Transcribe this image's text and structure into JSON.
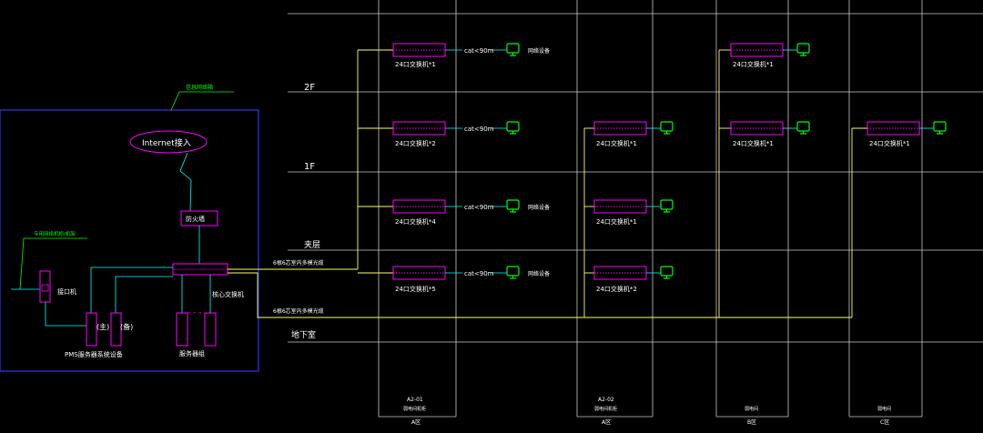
{
  "floors": [
    {
      "label": "2F"
    },
    {
      "label": "1F"
    },
    {
      "label": "夹层"
    },
    {
      "label": "地下室"
    }
  ],
  "top_note": "信息网络箱",
  "left_note": "专用网络机柜/机架",
  "internet_label": "Internet接入",
  "firewall_label": "防火墙",
  "core_switch_label": "核心交换机",
  "caller_label": "接口机",
  "pms_main": "(主)",
  "pms_backup": "(备)",
  "pms_label": "PMS服务器系统设备",
  "server_label": "服务器组",
  "cable_upper": "6根6芯室内多模光缆",
  "cable_lower": "6根6芯室内多模光缆",
  "cable_spec": "cat<90m",
  "term_label": "网络设备",
  "switches": {
    "a1_2f": "24口交换机*1",
    "a1_1f": "24口交换机*2",
    "a1_mz_b": "24口交换机*4",
    "a1_mz": "24口交换机*5",
    "a2_1f": "24口交换机*1",
    "a2_mz_a": "24口交换机*1",
    "a2_mz": "24口交换机*2",
    "b_2f": "24口交换机*1",
    "b_1f": "24口交换机*1",
    "c_1f": "24口交换机*1"
  },
  "bottom_labels": [
    {
      "code": "A2-01",
      "name": "弱电间机柜",
      "zone": "A区"
    },
    {
      "code": "A2-02",
      "name": "弱电间机柜",
      "zone": "A区"
    },
    {
      "code": "",
      "name": "弱电间",
      "zone": "B区"
    },
    {
      "code": "",
      "name": "弱电间",
      "zone": "C区"
    }
  ],
  "colors": {
    "background": "#000000",
    "grid": "#c8c8c8",
    "switch": "#ff00ff",
    "cable": "#ffff66",
    "cyan": "#00ffff",
    "terminal": "#00ff00",
    "text": "#ffffff",
    "box": "#2a3aff"
  }
}
